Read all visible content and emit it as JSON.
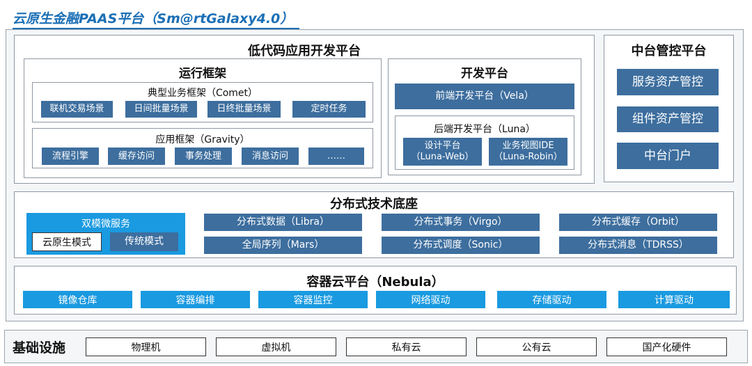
{
  "header": {
    "title": "云原生金融PAAS平台（Sm@rtGalaxy4.0）"
  },
  "lowcode": {
    "title": "低代码应用开发平台",
    "runtime": {
      "title": "运行框架",
      "comet": {
        "title": "典型业务框架（Comet）",
        "items": [
          "联机交易场景",
          "日间批量场景",
          "日终批量场景",
          "定时任务"
        ]
      },
      "gravity": {
        "title": "应用框架（Gravity）",
        "items": [
          "流程引擎",
          "缓存访问",
          "事务处理",
          "消息访问",
          "……"
        ]
      }
    },
    "devplatform": {
      "title": "开发平台",
      "vela": "前端开发平台（Vela）",
      "luna": {
        "title": "后端开发平台（Luna）",
        "web": [
          "设计平台",
          "（Luna-Web）"
        ],
        "robin": [
          "业务视图IDE",
          "（Luna-Robin）"
        ]
      }
    }
  },
  "midplatform": {
    "title": "中台管控平台",
    "items": [
      "服务资产管控",
      "组件资产管控",
      "中台门户"
    ]
  },
  "distributed": {
    "title": "分布式技术底座",
    "dual": {
      "title": "双模微服务",
      "cloud": "云原生模式",
      "traditional": "传统模式"
    },
    "items": [
      "分布式数据（Libra）",
      "分布式事务（Virgo）",
      "分布式缓存（Orbit）",
      "全局序列（Mars）",
      "分布式调度（Sonic）",
      "分布式消息（TDRSS）"
    ]
  },
  "container": {
    "title": "容器云平台（Nebula）",
    "items": [
      "镜像仓库",
      "容器编排",
      "容器监控",
      "网络驱动",
      "存储驱动",
      "计算驱动"
    ]
  },
  "infra": {
    "title": "基础设施",
    "items": [
      "物理机",
      "虚拟机",
      "私有云",
      "公有云",
      "国产化硬件"
    ]
  }
}
